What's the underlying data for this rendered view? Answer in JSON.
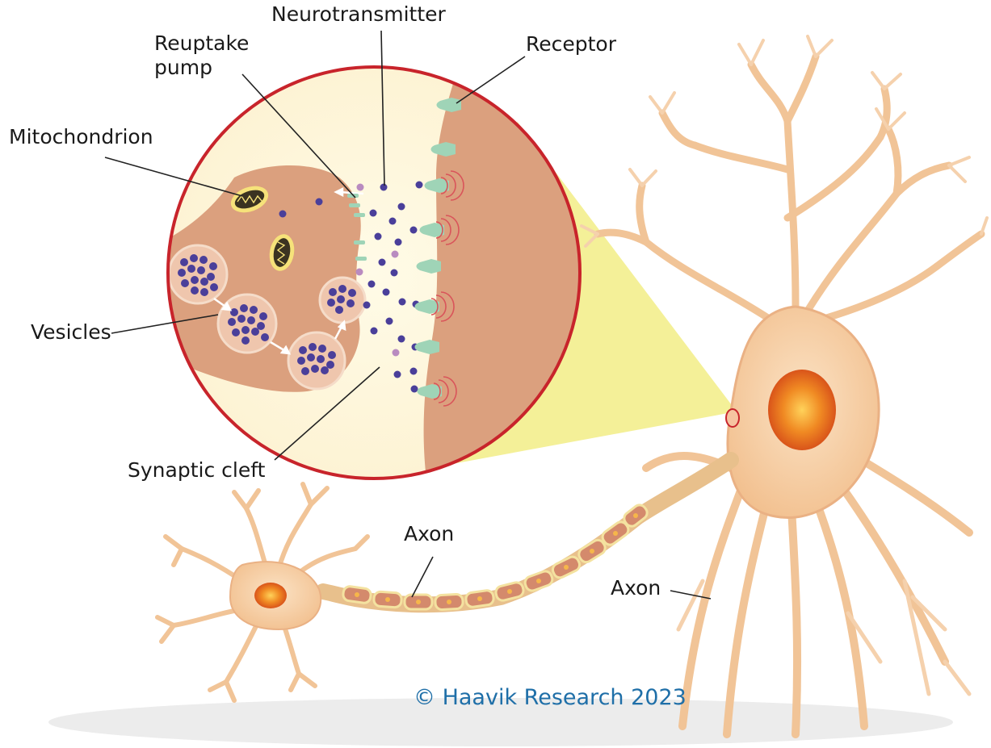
{
  "labels": {
    "neurotransmitter": "Neurotransmitter",
    "reuptake_line1": "Reuptake",
    "reuptake_line2": "pump",
    "receptor": "Receptor",
    "mitochondrion": "Mitochondrion",
    "vesicles": "Vesicles",
    "synaptic_cleft": "Synaptic cleft",
    "axon_small": "Axon",
    "axon_large": "Axon"
  },
  "copyright": "© Haavik Research 2023",
  "colors": {
    "neuron_body": "#f6cfa5",
    "neuron_outline": "#e8a877",
    "nucleus": "#e96a1e",
    "terminal": "#dba07e",
    "vesicle_dot": "#4a3f9a",
    "receptor": "#9fd4b7",
    "circle_border": "#c8242b",
    "zoom_cone": "#f3ee8d",
    "copyright": "#1f6fa8"
  }
}
